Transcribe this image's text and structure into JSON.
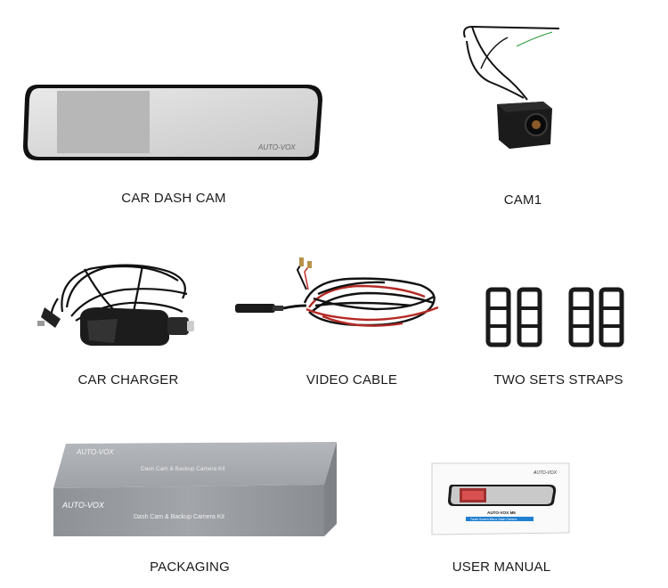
{
  "items": [
    {
      "label": "CAR DASH CAM",
      "brand": "AUTO-VOX"
    },
    {
      "label": "CAM1"
    },
    {
      "label": "CAR CHARGER"
    },
    {
      "label": "VIDEO CABLE"
    },
    {
      "label": "TWO SETS STRAPS"
    },
    {
      "label": "PACKAGING",
      "brand": "AUTO-VOX",
      "kit_name": "Dash Cam & Backup Camera Kit"
    },
    {
      "label": "USER MANUAL",
      "brand": "AUTO-VOX",
      "model": "AUTO-VOX M6",
      "subtitle": "Touch Screen Mirror Dash Camera"
    }
  ],
  "colors": {
    "text": "#1a1a1a",
    "cable": "#111111",
    "cable_red": "#c0302a",
    "box": "#9a9da2"
  }
}
